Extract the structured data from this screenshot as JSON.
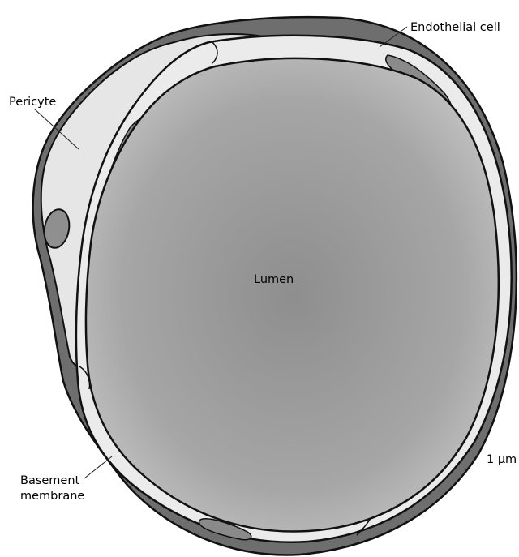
{
  "labels": {
    "endothelial_cell": "Endothelial cell",
    "pericyte": "Pericyte",
    "lumen": "Lumen",
    "basement_line1": "Basement",
    "basement_line2": "membrane",
    "scale": "1 μm"
  }
}
